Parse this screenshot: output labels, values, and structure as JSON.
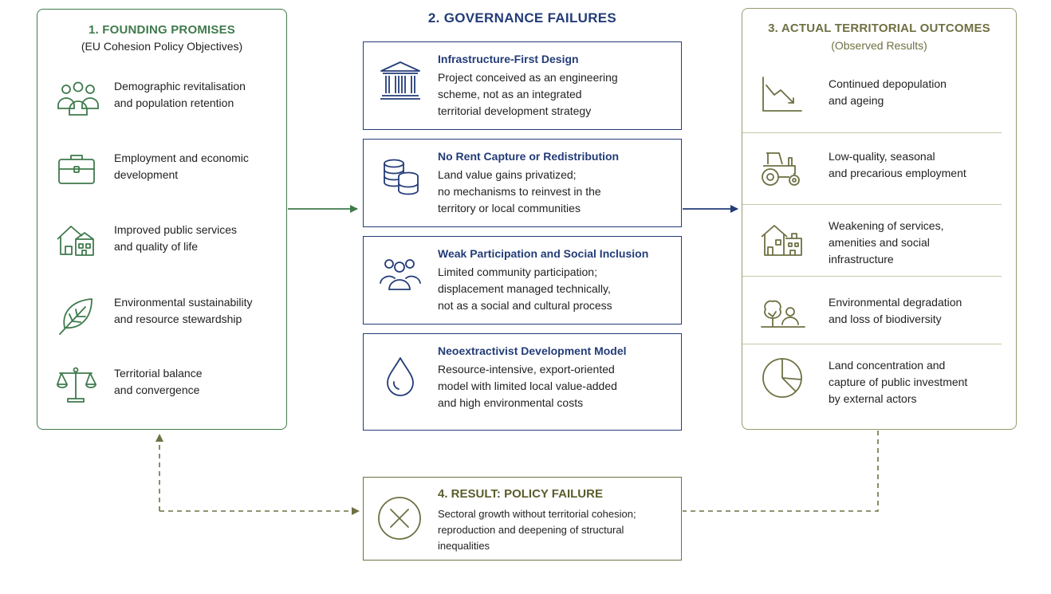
{
  "founding": {
    "title": "1. FOUNDING PROMISES",
    "subtitle": "(EU Cohesion Policy Objectives)",
    "items": [
      {
        "icon": "people-group-icon",
        "text": "Demographic revitalisation\nand population retention"
      },
      {
        "icon": "briefcase-icon",
        "text": "Employment and economic\ndevelopment"
      },
      {
        "icon": "house-icon",
        "text": "Improved public services\nand quality of life"
      },
      {
        "icon": "leaf-icon",
        "text": "Environmental sustainability\nand resource stewardship"
      },
      {
        "icon": "scales-icon",
        "text": "Territorial balance\nand convergence"
      }
    ]
  },
  "governance": {
    "title": "2. GOVERNANCE FAILURES",
    "items": [
      {
        "icon": "building-icon",
        "title": "Infrastructure-First Design",
        "text": "Project conceived as an engineering\nscheme, not as an integrated\nterritorial development strategy"
      },
      {
        "icon": "coins-icon",
        "title": "No Rent Capture or Redistribution",
        "text": "Land value gains privatized;\nno mechanisms to reinvest in the\nterritory or local communities"
      },
      {
        "icon": "people-icon",
        "title": "Weak Participation and Social Inclusion",
        "text": "Limited community participation;\ndisplacement managed technically,\nnot as a social and cultural process"
      },
      {
        "icon": "water-drop-icon",
        "title": "Neoextractivist Development Model",
        "text": "Resource-intensive, export-oriented\nmodel with limited local value-added\nand high environmental costs"
      }
    ]
  },
  "outcomes": {
    "title": "3. ACTUAL TERRITORIAL OUTCOMES",
    "subtitle": "(Observed Results)",
    "items": [
      {
        "icon": "declining-chart-icon",
        "text": "Continued depopulation\nand ageing"
      },
      {
        "icon": "tractor-icon",
        "text": "Low-quality, seasonal\nand precarious employment"
      },
      {
        "icon": "houses-icon",
        "text": "Weakening of services,\namenities and social\ninfrastructure"
      },
      {
        "icon": "tree-person-icon",
        "text": "Environmental degradation\nand loss of biodiversity"
      },
      {
        "icon": "pie-chart-icon",
        "text": "Land concentration and\ncapture of public investment\nby external actors"
      }
    ]
  },
  "result": {
    "icon": "x-circle-icon",
    "title": "4. RESULT: POLICY FAILURE",
    "text": "Sectoral growth without territorial cohesion;\nreproduction and deepening of structural\ninequalities"
  },
  "colors": {
    "green": "#3f7a4c",
    "navy": "#233c78",
    "olive": "#6f7043"
  }
}
